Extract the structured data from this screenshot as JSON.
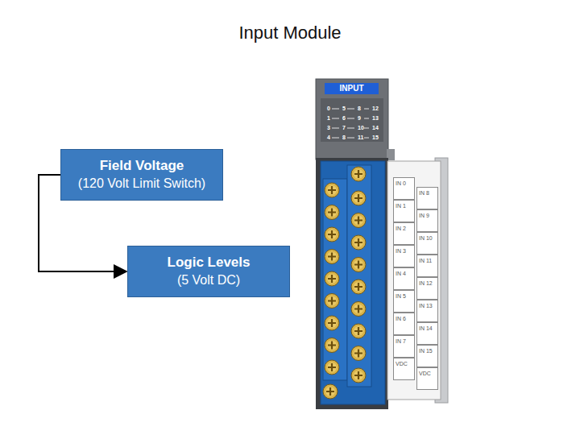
{
  "diagram": {
    "title": "Input Module",
    "nodes": [
      {
        "text": [
          "Field Voltage",
          "(120 Volt Limit Switch)"
        ]
      },
      {
        "text": [
          "Logic Levels",
          "(5 Volt DC)"
        ]
      }
    ],
    "edges": [
      {
        "from": 0,
        "to": 1,
        "arrow": "to"
      }
    ],
    "labels": [
      "INPUT",
      "0",
      "5",
      "8",
      "12",
      "1",
      "6",
      "9",
      "13",
      "3",
      "7",
      "10",
      "14",
      "4",
      "8",
      "11",
      "15",
      "IN 0",
      "IN 1",
      "IN 2",
      "IN 3",
      "IN 4",
      "IN 5",
      "IN 6",
      "IN 7",
      "VDC",
      "IN 8",
      "IN 9",
      "IN 10",
      "IN 11",
      "IN 12",
      "IN 13",
      "IN 14",
      "IN 15",
      "VDC"
    ]
  }
}
